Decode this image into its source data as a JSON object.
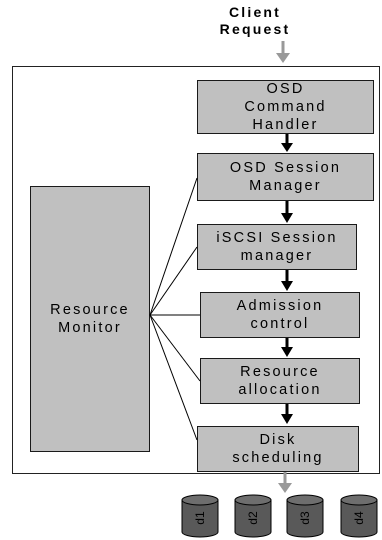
{
  "request": {
    "line1": "Client",
    "line2": "Request"
  },
  "monitor": {
    "line1": "Resource",
    "line2": "Monitor"
  },
  "stages": [
    {
      "lines": [
        "OSD",
        "Command",
        "Handler"
      ]
    },
    {
      "lines": [
        "OSD Session",
        "Manager"
      ]
    },
    {
      "lines": [
        "iSCSI Session",
        "manager"
      ]
    },
    {
      "lines": [
        "Admission",
        "control"
      ]
    },
    {
      "lines": [
        "Resource",
        "allocation"
      ]
    },
    {
      "lines": [
        "Disk",
        "scheduling"
      ]
    }
  ],
  "disks": [
    "d1",
    "d2",
    "d3",
    "d4"
  ],
  "colors": {
    "box_fill": "#c0c0c0",
    "disk_fill": "#595959",
    "input_arrow": "#999999"
  }
}
